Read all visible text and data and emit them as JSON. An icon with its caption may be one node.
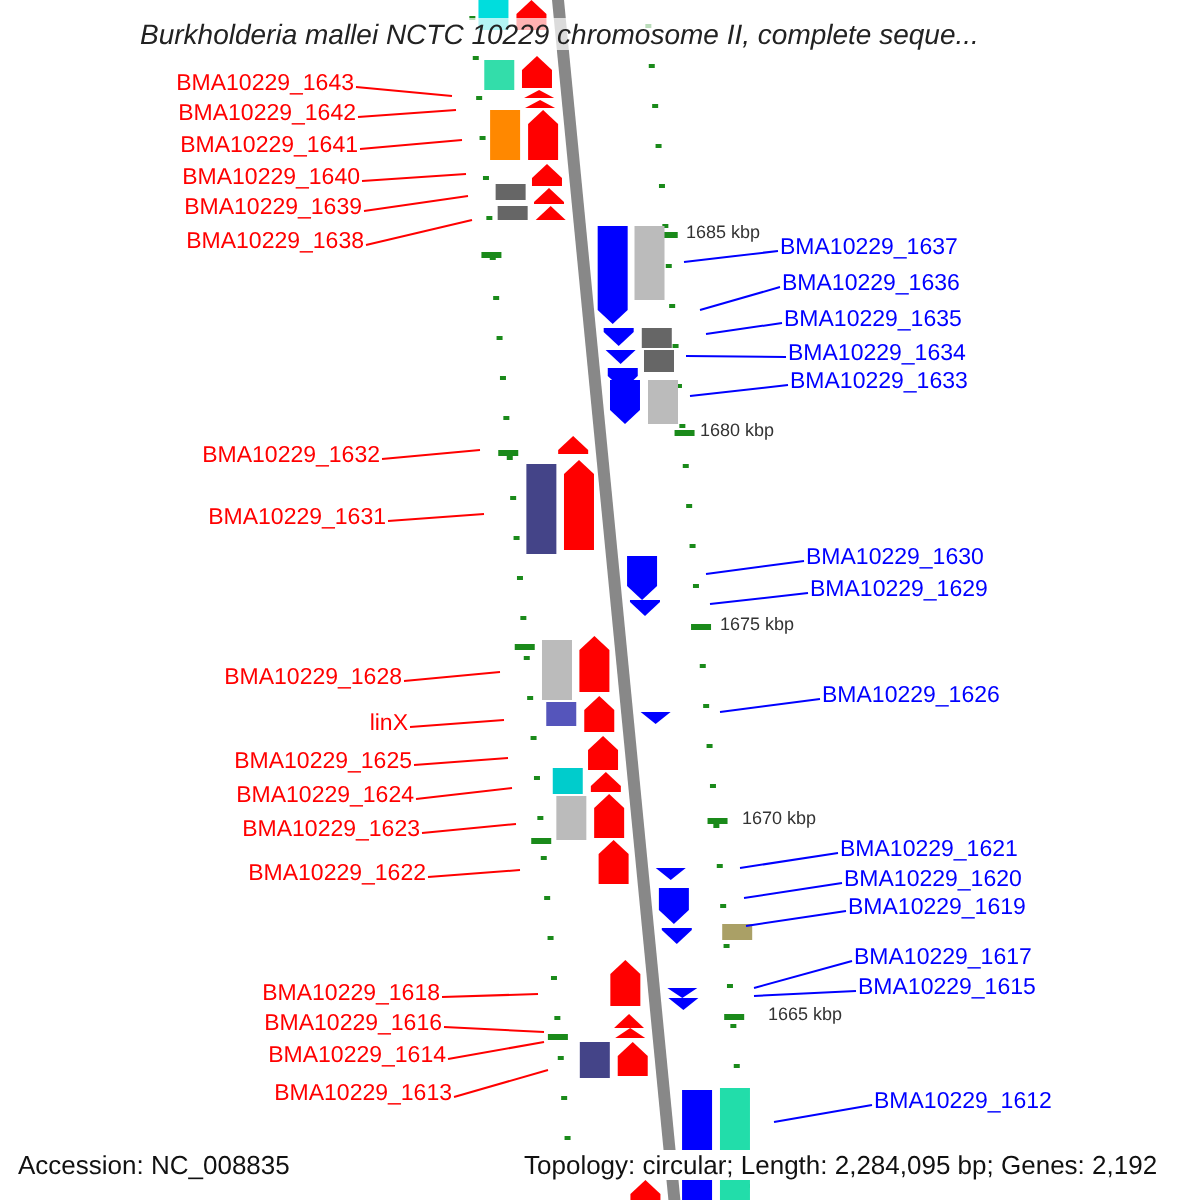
{
  "diagram": {
    "title": "Burkholderia mallei NCTC 10229 chromosome II, complete seque...",
    "nodes": [
      {
        "text": [
          "BMA10229_1643"
        ]
      },
      {
        "text": [
          "BMA10229_1642"
        ]
      },
      {
        "text": [
          "BMA10229_1641"
        ]
      },
      {
        "text": [
          "BMA10229_1640"
        ]
      },
      {
        "text": [
          "BMA10229_1639"
        ]
      },
      {
        "text": [
          "BMA10229_1638"
        ]
      },
      {
        "text": [
          "BMA10229_1637"
        ]
      },
      {
        "text": [
          "BMA10229_1636"
        ]
      },
      {
        "text": [
          "BMA10229_1635"
        ]
      },
      {
        "text": [
          "BMA10229_1634"
        ]
      },
      {
        "text": [
          "BMA10229_1633"
        ]
      },
      {
        "text": [
          "BMA10229_1632"
        ]
      },
      {
        "text": [
          "BMA10229_1631"
        ]
      },
      {
        "text": [
          "BMA10229_1630"
        ]
      },
      {
        "text": [
          "BMA10229_1629"
        ]
      },
      {
        "text": [
          "BMA10229_1628"
        ]
      },
      {
        "text": [
          "BMA10229_1626"
        ]
      },
      {
        "text": [
          "linX"
        ]
      },
      {
        "text": [
          "BMA10229_1625"
        ]
      },
      {
        "text": [
          "BMA10229_1624"
        ]
      },
      {
        "text": [
          "BMA10229_1623"
        ]
      },
      {
        "text": [
          "BMA10229_1621"
        ]
      },
      {
        "text": [
          "BMA10229_1622"
        ]
      },
      {
        "text": [
          "BMA10229_1620"
        ]
      },
      {
        "text": [
          "BMA10229_1619"
        ]
      },
      {
        "text": [
          "BMA10229_1617"
        ]
      },
      {
        "text": [
          "BMA10229_1615"
        ]
      },
      {
        "text": [
          "BMA10229_1618"
        ]
      },
      {
        "text": [
          "BMA10229_1616"
        ]
      },
      {
        "text": [
          "BMA10229_1614"
        ]
      },
      {
        "text": [
          "BMA10229_1613"
        ]
      },
      {
        "text": [
          "BMA10229_1612"
        ]
      }
    ],
    "edges": [
      {
        "from": 0,
        "to": null,
        "arrow": "none"
      },
      {
        "from": 1,
        "to": null,
        "arrow": "none"
      },
      {
        "from": 2,
        "to": null,
        "arrow": "none"
      },
      {
        "from": 3,
        "to": null,
        "arrow": "none"
      },
      {
        "from": 4,
        "to": null,
        "arrow": "none"
      },
      {
        "from": 5,
        "to": null,
        "arrow": "none"
      },
      {
        "from": 6,
        "to": null,
        "arrow": "none",
        "color": "#0000ff"
      },
      {
        "from": 7,
        "to": null,
        "arrow": "none",
        "color": "#0000ff"
      },
      {
        "from": 8,
        "to": null,
        "arrow": "none",
        "color": "#0000ff"
      },
      {
        "from": 9,
        "to": null,
        "arrow": "none",
        "color": "#0000ff"
      },
      {
        "from": 10,
        "to": null,
        "arrow": "none",
        "color": "#0000ff"
      },
      {
        "from": 11,
        "to": null,
        "arrow": "none"
      },
      {
        "from": 12,
        "to": null,
        "arrow": "none"
      },
      {
        "from": 13,
        "to": null,
        "arrow": "none",
        "color": "#0000ff"
      },
      {
        "from": 14,
        "to": null,
        "arrow": "none",
        "color": "#0000ff"
      },
      {
        "from": 15,
        "to": null,
        "arrow": "none"
      },
      {
        "from": 16,
        "to": null,
        "arrow": "none",
        "color": "#0000ff"
      },
      {
        "from": 17,
        "to": null,
        "arrow": "none"
      },
      {
        "from": 18,
        "to": null,
        "arrow": "none"
      },
      {
        "from": 19,
        "to": null,
        "arrow": "none"
      },
      {
        "from": 20,
        "to": null,
        "arrow": "none"
      },
      {
        "from": 21,
        "to": null,
        "arrow": "none",
        "color": "#0000ff"
      },
      {
        "from": 22,
        "to": null,
        "arrow": "none"
      },
      {
        "from": 23,
        "to": null,
        "arrow": "none",
        "color": "#0000ff"
      },
      {
        "from": 24,
        "to": null,
        "arrow": "none",
        "color": "#0000ff"
      },
      {
        "from": 25,
        "to": null,
        "arrow": "none",
        "color": "#0000ff"
      },
      {
        "from": 26,
        "to": null,
        "arrow": "none",
        "color": "#0000ff"
      },
      {
        "from": 27,
        "to": null,
        "arrow": "none"
      },
      {
        "from": 28,
        "to": null,
        "arrow": "none"
      },
      {
        "from": 29,
        "to": null,
        "arrow": "none"
      },
      {
        "from": 30,
        "to": null,
        "arrow": "none"
      },
      {
        "from": 31,
        "to": null,
        "arrow": "none",
        "color": "#0000ff"
      }
    ],
    "labels": [
      "1685 kbp",
      "1680 kbp",
      "1675 kbp",
      "1670 kbp",
      "1665 kbp",
      "Accession: NC_008835",
      "Topology: circular; Length: 2,284,095 bp; Genes: 2,192"
    ]
  }
}
